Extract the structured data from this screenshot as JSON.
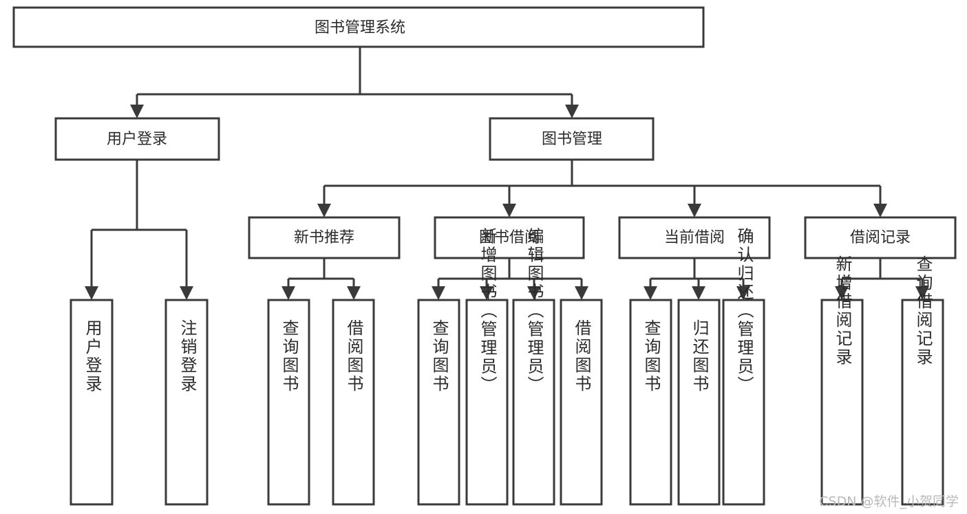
{
  "diagram": {
    "type": "tree-hierarchy-chart",
    "title": "图书管理系统",
    "stroke_color": "#3a3a3a",
    "text_color": "#2b2b2b",
    "fill_color": "#ffffff",
    "background": "#ffffff"
  },
  "nodes": {
    "root": {
      "label": "图书管理系统"
    },
    "level1": [
      {
        "id": "user-login",
        "label": "用户登录"
      },
      {
        "id": "book-management",
        "label": "图书管理"
      }
    ],
    "level2": [
      {
        "id": "new-book-recommend",
        "label": "新书推荐"
      },
      {
        "id": "book-borrow",
        "label": "图书借阅"
      },
      {
        "id": "current-borrow",
        "label": "当前借阅"
      },
      {
        "id": "borrow-record",
        "label": "借阅记录"
      }
    ],
    "leaves": {
      "user_login": [
        {
          "id": "leaf-user-login",
          "label": "用户登录"
        },
        {
          "id": "leaf-logout-login",
          "label": "注销登录"
        }
      ],
      "new_book_recommend": [
        {
          "id": "leaf-query-book-1",
          "label": "查询图书"
        },
        {
          "id": "leaf-borrow-book-1",
          "label": "借阅图书"
        }
      ],
      "book_borrow": [
        {
          "id": "leaf-query-book-2",
          "label": "查询图书"
        },
        {
          "id": "leaf-add-book",
          "label": "新增图书（管理员）"
        },
        {
          "id": "leaf-edit-book",
          "label": "编辑图书（管理员）"
        },
        {
          "id": "leaf-borrow-book-2",
          "label": "借阅图书"
        }
      ],
      "current_borrow": [
        {
          "id": "leaf-query-book-3",
          "label": "查询图书"
        },
        {
          "id": "leaf-return-book",
          "label": "归还图书"
        },
        {
          "id": "leaf-confirm-return",
          "label": "确认归还（管理员）"
        }
      ],
      "borrow_record": [
        {
          "id": "leaf-add-record",
          "label": "新增借阅记录"
        },
        {
          "id": "leaf-query-record",
          "label": "查询借阅记录"
        }
      ]
    }
  },
  "watermark": {
    "text": "CSDN @软件_小贺同学"
  }
}
